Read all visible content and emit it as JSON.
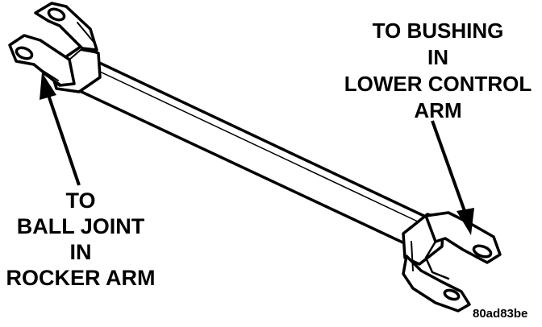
{
  "labels": {
    "left": [
      "TO",
      "BALL JOINT",
      "IN",
      "ROCKER ARM"
    ],
    "right": [
      "TO BUSHING",
      "IN",
      "LOWER CONTROL",
      "ARM"
    ]
  },
  "figure_id": "80ad83be",
  "colors": {
    "ink": "#000000",
    "paper": "#ffffff"
  }
}
